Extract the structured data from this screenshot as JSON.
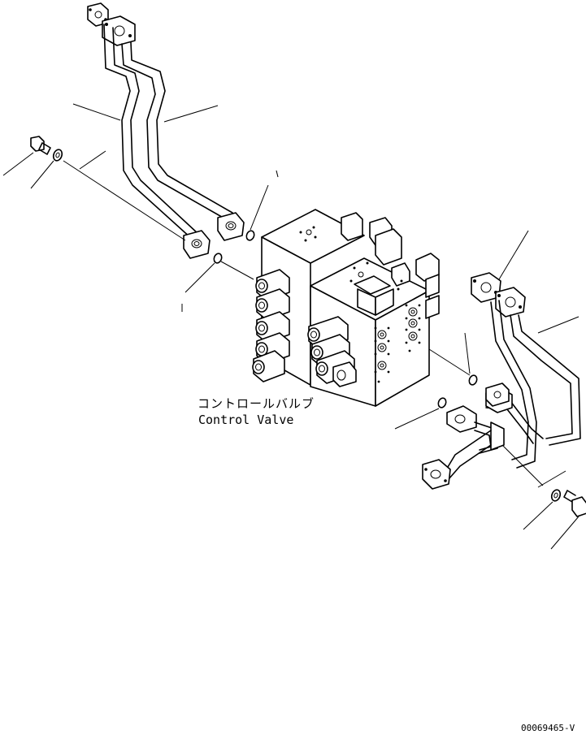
{
  "diagram": {
    "part_label_jp": "コントロールバルブ",
    "part_label_en": "Control Valve",
    "drawing_code": "00069465-V"
  },
  "parts": {
    "left_pipes": "pipe-assembly",
    "right_pipes": "pipe-assembly",
    "valve": "control-valve",
    "o_rings": "o-ring",
    "bolts": "bolt",
    "washers": "washer"
  }
}
